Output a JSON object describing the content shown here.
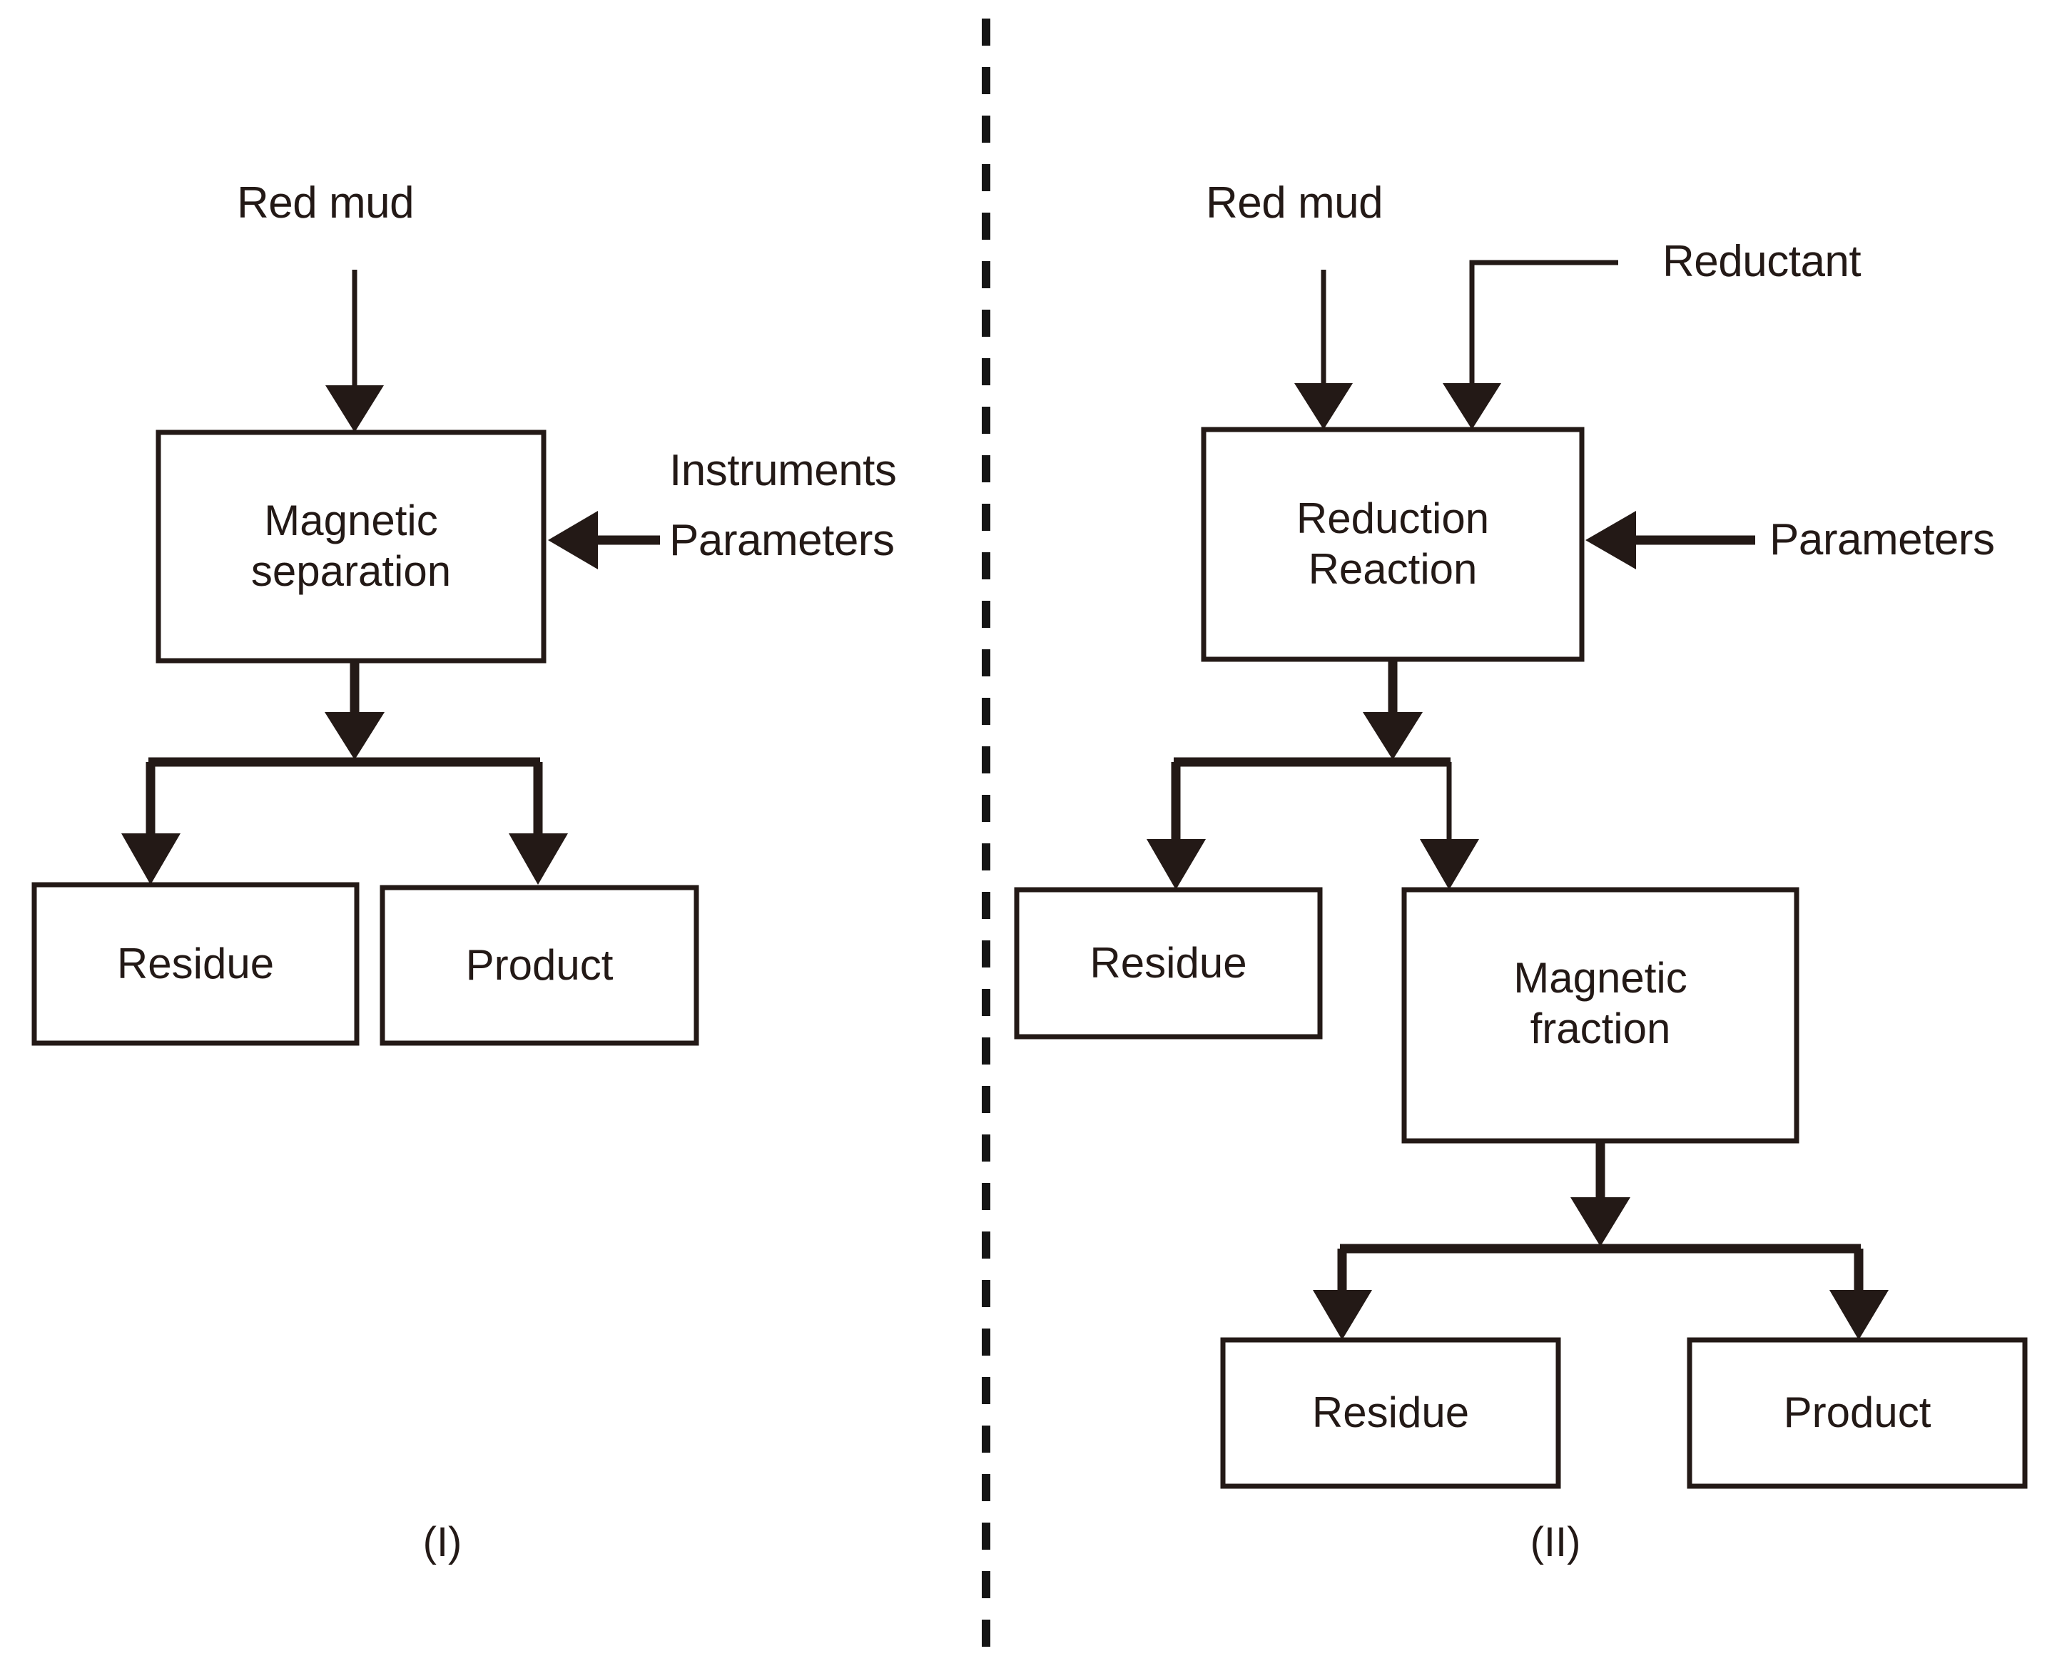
{
  "figure": {
    "type": "process-flow-diagram",
    "background_color": "#ffffff",
    "ink_color": "#231916",
    "panel_divider": "vertical-dashed-line"
  },
  "panels": [
    {
      "id": "panel-one",
      "caption": "(I)",
      "inputs": [
        {
          "name": "red-mud-input",
          "label": "Red mud"
        },
        {
          "name": "instruments-parameters-input",
          "label_line_1": "Instruments",
          "label_line_2": "Parameters"
        }
      ],
      "nodes": [
        {
          "name": "magnetic-separation",
          "label_line_1": "Magnetic",
          "label_line_2": "separation"
        },
        {
          "name": "residue-output",
          "label_line_1": "Residue",
          "label_line_2": ""
        },
        {
          "name": "product-output",
          "label_line_1": "Product",
          "label_line_2": ""
        }
      ]
    },
    {
      "id": "panel-two",
      "caption": "(II)",
      "inputs": [
        {
          "name": "red-mud-input",
          "label": "Red mud"
        },
        {
          "name": "reductant-input",
          "label": "Reductant"
        },
        {
          "name": "parameters-input",
          "label_line_1": "Parameters",
          "label_line_2": ""
        }
      ],
      "nodes": [
        {
          "name": "reduction-reaction",
          "label_line_1": "Reduction",
          "label_line_2": "Reaction"
        },
        {
          "name": "residue-stage-one",
          "label_line_1": "Residue",
          "label_line_2": ""
        },
        {
          "name": "magnetic-fraction",
          "label_line_1": "Magnetic",
          "label_line_2": "fraction"
        },
        {
          "name": "residue-stage-two",
          "label_line_1": "Residue",
          "label_line_2": ""
        },
        {
          "name": "product-output",
          "label_line_1": "Product",
          "label_line_2": ""
        }
      ]
    }
  ]
}
